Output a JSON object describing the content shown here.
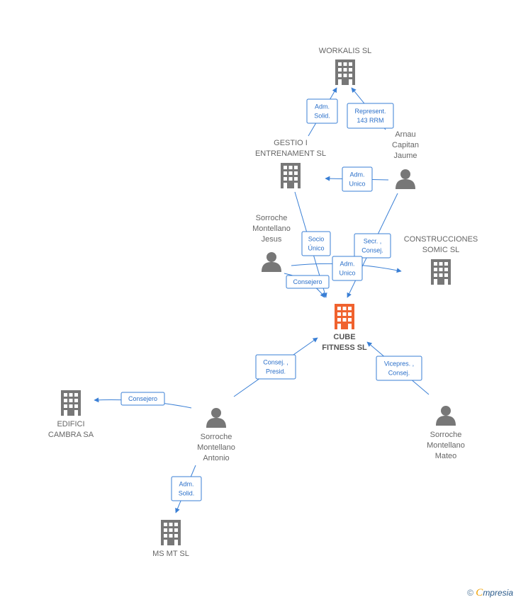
{
  "colors": {
    "accent": "#3a7fd5",
    "company": "#777777",
    "main_company": "#f0622e",
    "person": "#777777"
  },
  "nodes": [
    {
      "id": "workalis",
      "kind": "company",
      "label": [
        "WORKALIS SL"
      ]
    },
    {
      "id": "gestio",
      "kind": "company",
      "label": [
        "GESTIO I",
        "ENTRENAMENT SL"
      ]
    },
    {
      "id": "arnau",
      "kind": "person",
      "label": [
        "Arnau",
        "Capitan",
        "Jaume"
      ]
    },
    {
      "id": "jesus",
      "kind": "person",
      "label": [
        "Sorroche",
        "Montellano",
        "Jesus"
      ]
    },
    {
      "id": "construcciones",
      "kind": "company",
      "label": [
        "CONSTRUCCIONES",
        "SOMIC SL"
      ]
    },
    {
      "id": "cube",
      "kind": "main",
      "label": [
        "CUBE",
        "FITNESS SL"
      ]
    },
    {
      "id": "edifici",
      "kind": "company",
      "label": [
        "EDIFICI",
        "CAMBRA SA"
      ]
    },
    {
      "id": "antonio",
      "kind": "person",
      "label": [
        "Sorroche",
        "Montellano",
        "Antonio"
      ]
    },
    {
      "id": "mateo",
      "kind": "person",
      "label": [
        "Sorroche",
        "Montellano",
        "Mateo"
      ]
    },
    {
      "id": "msmt",
      "kind": "company",
      "label": [
        "MS MT SL"
      ]
    }
  ],
  "edges": [
    {
      "id": "gestio-workalis",
      "role": [
        "Adm.",
        "Solid."
      ]
    },
    {
      "id": "arnau-workalis",
      "role": [
        "Represent.",
        "143 RRM"
      ]
    },
    {
      "id": "arnau-gestio",
      "role": [
        "Adm.",
        "Unico"
      ]
    },
    {
      "id": "gestio-cube",
      "role": [
        "Socio",
        "Único"
      ]
    },
    {
      "id": "arnau-cube",
      "role": [
        "Secr. ,",
        "Consej."
      ]
    },
    {
      "id": "jesus-construcciones",
      "role": [
        "Adm.",
        "Unico"
      ]
    },
    {
      "id": "jesus-cube",
      "role": [
        "Consejero"
      ]
    },
    {
      "id": "antonio-cube",
      "role": [
        "Consej. ,",
        "Presid."
      ]
    },
    {
      "id": "mateo-cube",
      "role": [
        "Vicepres. ,",
        "Consej."
      ]
    },
    {
      "id": "antonio-edifici",
      "role": [
        "Consejero"
      ]
    },
    {
      "id": "antonio-msmt",
      "role": [
        "Adm.",
        "Solid."
      ]
    }
  ],
  "footer": {
    "copyright": "©",
    "brand_initial": "C",
    "brand_rest": "mpresia"
  }
}
